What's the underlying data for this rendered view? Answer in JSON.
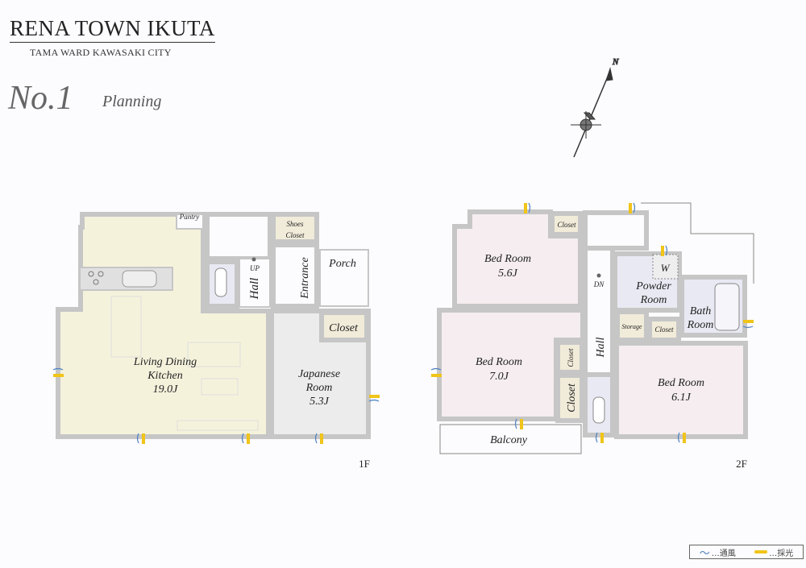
{
  "header": {
    "brand_title": "RENA TOWN IKUTA",
    "brand_subtitle": "TAMA WARD KAWASAKI CITY",
    "plan_number": "No.1",
    "plan_word": "Planning"
  },
  "compass": {
    "north_label": "N"
  },
  "floor1": {
    "floor_label": "1F",
    "rooms": {
      "ldk": {
        "name1": "Living Dining",
        "name2": "Kitchen",
        "size": "19.0J"
      },
      "pantry": "Pantry",
      "shoes_closet_1": "Shoes",
      "shoes_closet_2": "Closet",
      "up": "UP",
      "hall": "Hall",
      "entrance": "Entrance",
      "porch": "Porch",
      "closet": "Closet",
      "japanese": {
        "name1": "Japanese",
        "name2": "Room",
        "size": "5.3J"
      }
    }
  },
  "floor2": {
    "floor_label": "2F",
    "rooms": {
      "bed1": {
        "name": "Bed Room",
        "size": "5.6J"
      },
      "bed2": {
        "name": "Bed Room",
        "size": "7.0J"
      },
      "bed3": {
        "name": "Bed Room",
        "size": "6.1J"
      },
      "closet_a": "Closet",
      "closet_b": "Closet",
      "closet_c": "Closet",
      "closet_d": "Closet",
      "dn": "DN",
      "hall": "Hall",
      "w": "W",
      "powder1": "Powder",
      "powder2": "Room",
      "bath1": "Bath",
      "bath2": "Room",
      "storage": "Storage",
      "balcony": "Balcony"
    }
  },
  "legend": {
    "ventilation": "…通風",
    "lighting": "…採光"
  },
  "colors": {
    "wall": "#c6c6c6",
    "ldk_fill": "#f5f2dc",
    "bedroom_fill": "#f5edef",
    "wet_fill": "#e9e9f3",
    "closet_fill": "#f1ebd9",
    "ventilation": "#4a7fc0",
    "lighting": "#f0c419"
  }
}
